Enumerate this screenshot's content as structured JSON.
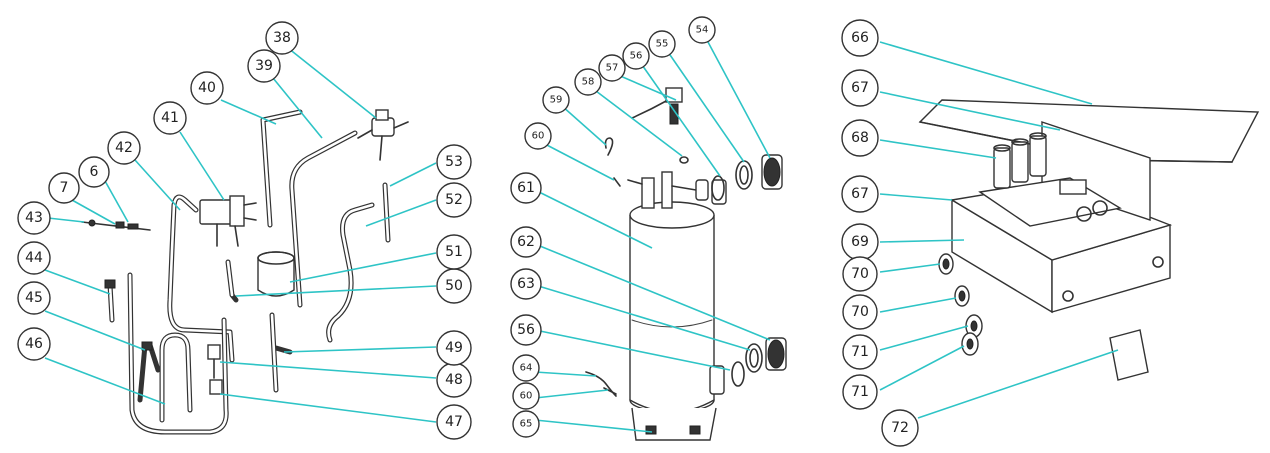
{
  "colors": {
    "leader": "#2ec4c6",
    "line": "#333333",
    "background": "#ffffff"
  },
  "callouts": [
    {
      "id": "c38",
      "label": "38"
    },
    {
      "id": "c39",
      "label": "39"
    },
    {
      "id": "c40",
      "label": "40"
    },
    {
      "id": "c41",
      "label": "41"
    },
    {
      "id": "c42",
      "label": "42"
    },
    {
      "id": "c6",
      "label": "6"
    },
    {
      "id": "c7",
      "label": "7"
    },
    {
      "id": "c43",
      "label": "43"
    },
    {
      "id": "c44",
      "label": "44"
    },
    {
      "id": "c45",
      "label": "45"
    },
    {
      "id": "c46",
      "label": "46"
    },
    {
      "id": "c47",
      "label": "47"
    },
    {
      "id": "c48",
      "label": "48"
    },
    {
      "id": "c49",
      "label": "49"
    },
    {
      "id": "c50",
      "label": "50"
    },
    {
      "id": "c51",
      "label": "51"
    },
    {
      "id": "c52",
      "label": "52"
    },
    {
      "id": "c53",
      "label": "53"
    },
    {
      "id": "c54",
      "label": "54"
    },
    {
      "id": "c55",
      "label": "55"
    },
    {
      "id": "c56a",
      "label": "56"
    },
    {
      "id": "c57",
      "label": "57"
    },
    {
      "id": "c58",
      "label": "58"
    },
    {
      "id": "c59",
      "label": "59"
    },
    {
      "id": "c60a",
      "label": "60"
    },
    {
      "id": "c61",
      "label": "61"
    },
    {
      "id": "c62",
      "label": "62"
    },
    {
      "id": "c63",
      "label": "63"
    },
    {
      "id": "c56b",
      "label": "56"
    },
    {
      "id": "c64",
      "label": "64"
    },
    {
      "id": "c60b",
      "label": "60"
    },
    {
      "id": "c65",
      "label": "65"
    },
    {
      "id": "c66",
      "label": "66"
    },
    {
      "id": "c67a",
      "label": "67"
    },
    {
      "id": "c68",
      "label": "68"
    },
    {
      "id": "c67b",
      "label": "67"
    },
    {
      "id": "c69",
      "label": "69"
    },
    {
      "id": "c70a",
      "label": "70"
    },
    {
      "id": "c70b",
      "label": "70"
    },
    {
      "id": "c71a",
      "label": "71"
    },
    {
      "id": "c71b",
      "label": "71"
    },
    {
      "id": "c72",
      "label": "72"
    }
  ]
}
